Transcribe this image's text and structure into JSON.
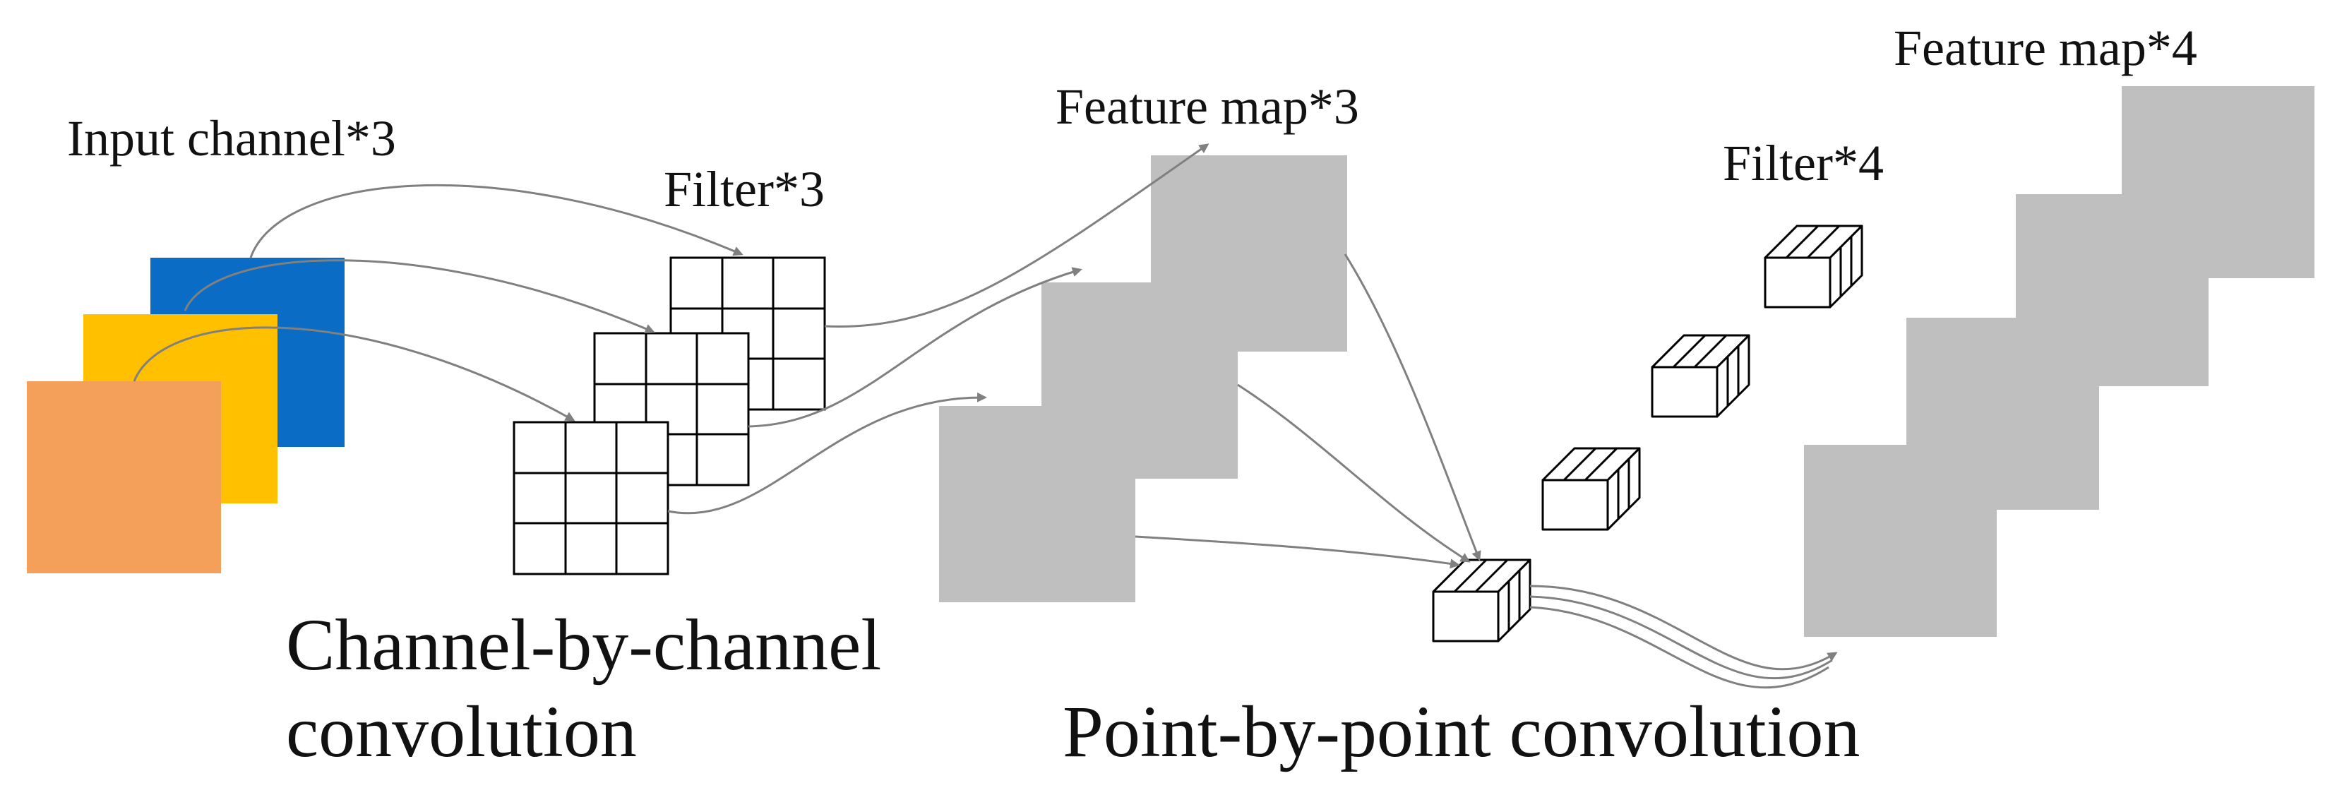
{
  "labels": {
    "input_channel": "Input channel*3",
    "filter_3": "Filter*3",
    "feature_map_3": "Feature map*3",
    "filter_4": "Filter*4",
    "feature_map_4": "Feature map*4",
    "channel_conv_line1": "Channel-by-channel",
    "channel_conv_line2": "convolution",
    "point_conv": "Point-by-point convolution"
  },
  "colors": {
    "input_channel_1": "#0a6cc4",
    "input_channel_2": "#ffc000",
    "input_channel_3": "#f4a05a",
    "feature_map": "#bfbfbf",
    "arrow": "#808080",
    "grid_line": "#000000"
  },
  "structure": {
    "input_channels": 3,
    "filter_count_stage1": 3,
    "filter_grid": "3x3",
    "feature_maps_stage1": 3,
    "filter_count_stage2": 4,
    "filter_size_stage2": "1x1x3",
    "feature_maps_stage2": 4
  }
}
